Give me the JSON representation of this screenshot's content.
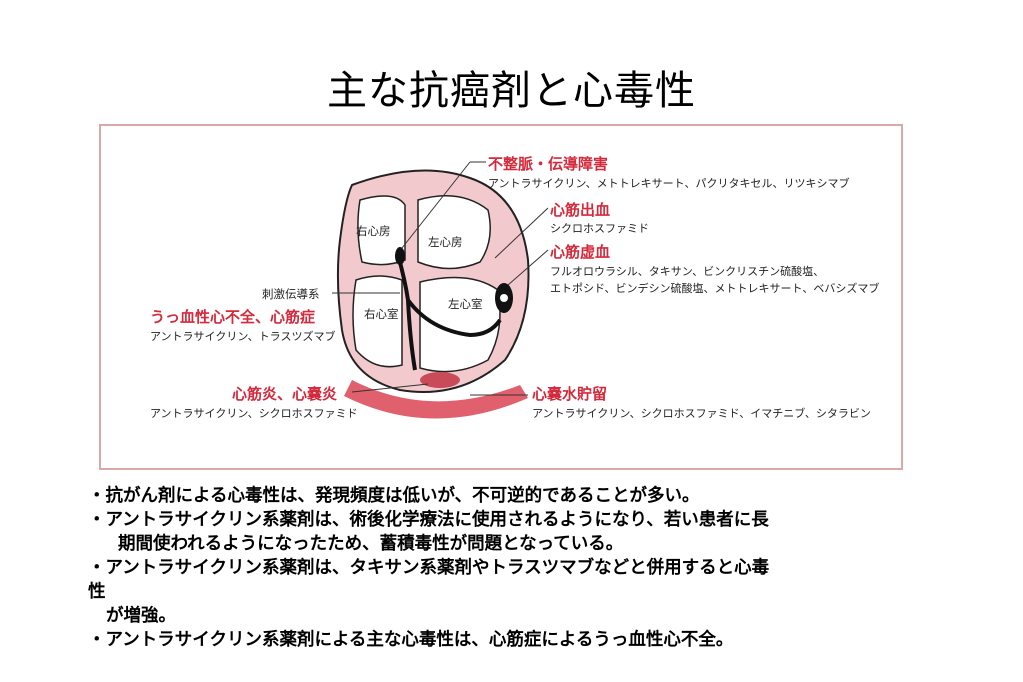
{
  "title": "主な抗癌剤と心毒性",
  "diagram": {
    "chambers": {
      "right_atrium": "右心房",
      "left_atrium": "左心房",
      "right_ventricle": "右心室",
      "left_ventricle": "左心室"
    },
    "conduction_label": "刺激伝導系",
    "effects": [
      {
        "name": "不整脈・伝導障害",
        "drugs": "アントラサイクリン、メトトレキサート、パクリタキセル、リツキシマブ"
      },
      {
        "name": "心筋出血",
        "drugs": "シクロホスファミド"
      },
      {
        "name": "心筋虚血",
        "drugs_line1": "フルオロウラシル、タキサン、ビンクリスチン硫酸塩、",
        "drugs_line2": "エトポシド、ビンデシン硫酸塩、メトトレキサート、ベバシズマブ"
      },
      {
        "name": "うっ血性心不全、心筋症",
        "drugs": "アントラサイクリン、トラスツズマブ"
      },
      {
        "name": "心筋炎、心嚢炎",
        "drugs": "アントラサイクリン、シクロホスファミド"
      },
      {
        "name": "心嚢水貯留",
        "drugs": "アントラサイクリン、シクロホスファミド、イマチニブ、シタラビン"
      }
    ],
    "colors": {
      "accent": "#d42a3c",
      "tissue": "#f2c9cc",
      "pericardium": "#e0606e"
    }
  },
  "bullets": [
    {
      "text": "・抗がん剤による心毒性は、発現頻度は低いが、不可逆的であることが多い。"
    },
    {
      "text": "・アントラサイクリン系薬剤は、術後化学療法に使用されるようになり、若い患者に長"
    },
    {
      "text": "期間使われるようになったため、蓄積毒性が問題となっている。"
    },
    {
      "text": "・アントラサイクリン系薬剤は、タキサン系薬剤やトラスツマブなどと併用すると心毒"
    },
    {
      "text": "性"
    },
    {
      "text": "が増強。"
    },
    {
      "text": "・アントラサイクリン系薬剤による主な心毒性は、心筋症によるうっ血性心不全。"
    }
  ]
}
